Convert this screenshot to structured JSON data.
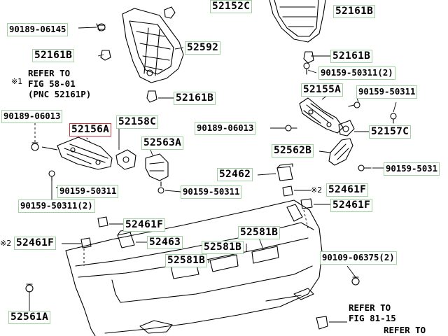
{
  "callouts": {
    "c52152C": "52152C",
    "c52161B_tr": "52161B",
    "c90189_06145": "90189-06145",
    "c52161B_l": "52161B",
    "c52592": "52592",
    "c52161B_rm": "52161B",
    "c90159_50311_2_top": "90159-50311(2)",
    "c52155A": "52155A",
    "c90159_50311_r": "90159-50311",
    "c52161B_m": "52161B",
    "c90189_06013_l": "90189-06013",
    "c52156A": "52156A",
    "c52158C": "52158C",
    "c90189_06013_m": "90189-06013",
    "c52157C": "52157C",
    "c52563A": "52563A",
    "c52562B": "52562B",
    "c90159_5031_r": "90159-5031",
    "c52462": "52462",
    "c90159_50311_m": "90159-50311",
    "c90159_50311_lm": "90159-50311",
    "c52461F_r1": "52461F",
    "c90159_50311_2_l": "90159-50311(2)",
    "c52461F_r2": "52461F",
    "c52461F_m": "52461F",
    "c52581B_1": "52581B",
    "c52461F_l": "52461F",
    "c52463": "52463",
    "c52581B_2": "52581B",
    "c52581B_3": "52581B",
    "c90109_06375_2": "90109-06375(2)",
    "c52561A": "52561A"
  },
  "notes": {
    "refer_58_01": "REFER TO\nFIG 58-01\n(PNC 52161P)",
    "refer_58_01_mark": "※1",
    "mark_2_left": "※2",
    "mark_2_right": "※2",
    "refer_81_15": "REFER TO\nFIG 81-15",
    "refer_to_bottom": "REFER TO"
  },
  "colors": {
    "label_border": "#9fd29f",
    "highlight_border": "#d23232",
    "line": "#000000"
  }
}
